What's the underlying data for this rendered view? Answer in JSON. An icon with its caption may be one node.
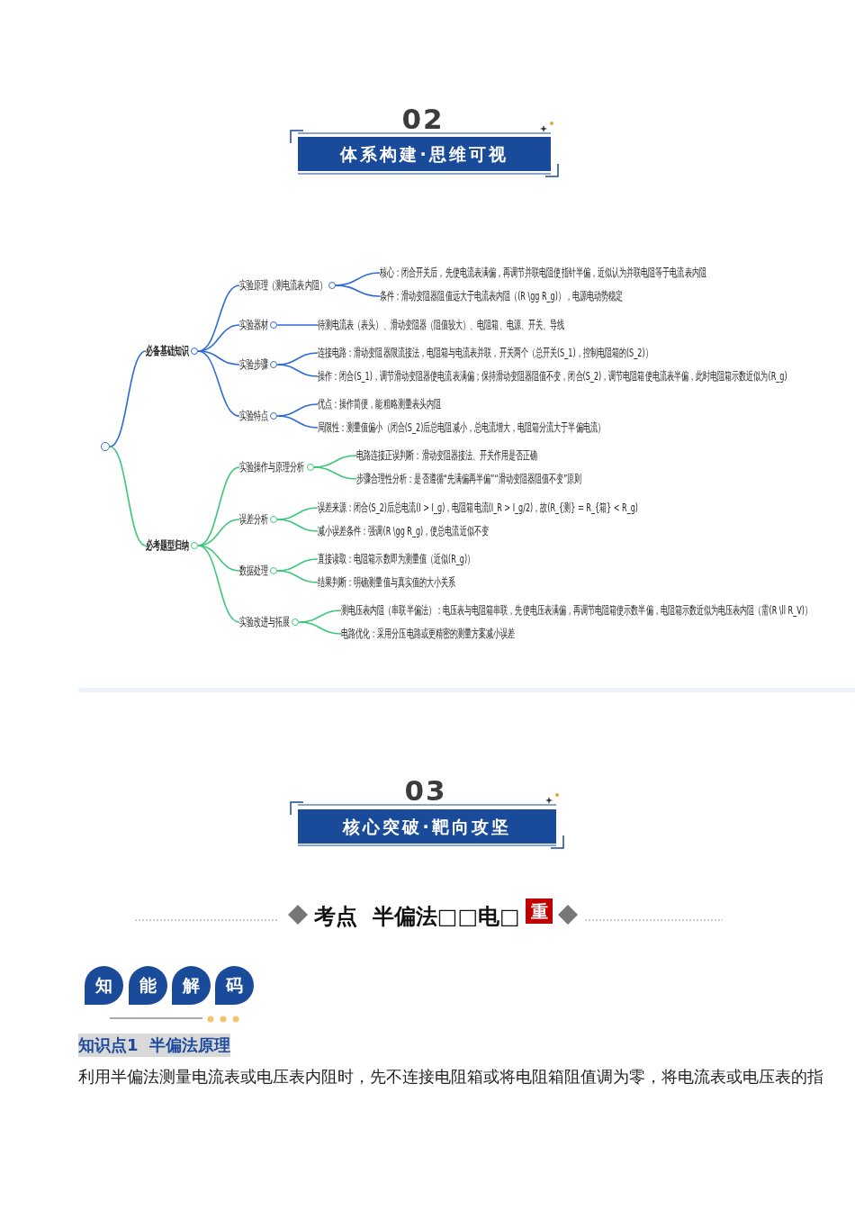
{
  "diagram": {
    "nodes": [
      {
        "text": [],
        "shape": "circle"
      },
      {
        "text": [
          "必备基础知识"
        ]
      },
      {
        "text": [
          "实验原理（测电流表内阻）"
        ]
      },
      {
        "text": [
          "核心：闭合开关后，先使电流表满偏，再调节并联电阻使指针半偏，近似认为并联电阻等于电流表内阻"
        ]
      },
      {
        "text": [
          "条件：滑动变阻器阻值远大于电流表内阻（(R \\gg R_g)），电源电动势稳定"
        ]
      },
      {
        "text": [
          "实验器材"
        ]
      },
      {
        "text": [
          "待测电流表（表头）、滑动变阻器（阻值较大）、电阻箱、电源、开关、导线"
        ]
      },
      {
        "text": [
          "实验步骤"
        ]
      },
      {
        "text": [
          "连接电路：滑动变阻器限流接法，电阻箱与电流表并联，开关两个（总开关(S_1)，控制电阻箱的(S_2)）"
        ]
      },
      {
        "text": [
          "操作：闭合(S_1)，调节滑动变阻器使电流表满偏；保持滑动变阻器阻值不变，闭合(S_2)，调节电阻箱使电流表半偏，此时电阻箱示数近似为(R_g)"
        ]
      },
      {
        "text": [
          "实验特点"
        ]
      },
      {
        "text": [
          "优点：操作简便，能粗略测量表头内阻"
        ]
      },
      {
        "text": [
          "局限性：测量值偏小（闭合(S_2)后总电阻减小，总电流增大，电阻箱分流大于半偏电流）"
        ]
      },
      {
        "text": [
          "必考题型归纳"
        ]
      },
      {
        "text": [
          "实验操作与原理分析"
        ]
      },
      {
        "text": [
          "电路连接正误判断：滑动变阻器接法、开关作用是否正确"
        ]
      },
      {
        "text": [
          "步骤合理性分析：是否遵循“先满偏再半偏”“滑动变阻器阻值不变”原则"
        ]
      },
      {
        "text": [
          "误差分析"
        ]
      },
      {
        "text": [
          "误差来源：闭合(S_2)后总电流(I > I_g)，电阻箱电流(I_R > I_g/2)，故(R_{测} = R_{箱} < R_g)"
        ]
      },
      {
        "text": [
          "减小误差条件：强调(R \\gg R_g)，使总电流近似不变"
        ]
      },
      {
        "text": [
          "数据处理"
        ]
      },
      {
        "text": [
          "直接读取：电阻箱示数即为测量值（近似(R_g)）"
        ]
      },
      {
        "text": [
          "结果判断：明确测量值与真实值的大小关系"
        ]
      },
      {
        "text": [
          "实验改进与拓展"
        ]
      },
      {
        "text": [
          "测电压表内阻（串联半偏法）：电压表与电阻箱串联，先使电压表满偏，再调节电阻箱使示数半偏，电阻箱示数近似为电压表内阻（需(R \\ll R_V)）"
        ]
      },
      {
        "text": [
          "电路优化：采用分压电路或更精密的测量方案减小误差"
        ]
      }
    ],
    "edges": [
      {
        "from": 0,
        "to": 1,
        "arrow": "none",
        "color": "#2f6bd6"
      },
      {
        "from": 1,
        "to": 2,
        "arrow": "none",
        "color": "#2f6bd6"
      },
      {
        "from": 2,
        "to": 3,
        "arrow": "none",
        "color": "#2f6bd6"
      },
      {
        "from": 2,
        "to": 4,
        "arrow": "none",
        "color": "#2f6bd6"
      },
      {
        "from": 1,
        "to": 5,
        "arrow": "none",
        "color": "#2f6bd6"
      },
      {
        "from": 5,
        "to": 6,
        "arrow": "none",
        "color": "#2f6bd6"
      },
      {
        "from": 1,
        "to": 7,
        "arrow": "none",
        "color": "#2f6bd6"
      },
      {
        "from": 7,
        "to": 8,
        "arrow": "none",
        "color": "#2f6bd6"
      },
      {
        "from": 7,
        "to": 9,
        "arrow": "none",
        "color": "#2f6bd6"
      },
      {
        "from": 1,
        "to": 10,
        "arrow": "none",
        "color": "#2f6bd6"
      },
      {
        "from": 10,
        "to": 11,
        "arrow": "none",
        "color": "#2f6bd6"
      },
      {
        "from": 10,
        "to": 12,
        "arrow": "none",
        "color": "#2f6bd6"
      },
      {
        "from": 0,
        "to": 13,
        "arrow": "none"
      },
      {
        "from": 13,
        "to": 14,
        "arrow": "none"
      },
      {
        "from": 14,
        "to": 15,
        "arrow": "none"
      },
      {
        "from": 14,
        "to": 16,
        "arrow": "none"
      },
      {
        "from": 13,
        "to": 17,
        "arrow": "none"
      },
      {
        "from": 17,
        "to": 18,
        "arrow": "none"
      },
      {
        "from": 17,
        "to": 19,
        "arrow": "none"
      },
      {
        "from": 13,
        "to": 20,
        "arrow": "none"
      },
      {
        "from": 20,
        "to": 21,
        "arrow": "none"
      },
      {
        "from": 20,
        "to": 22,
        "arrow": "none"
      },
      {
        "from": 13,
        "to": 23,
        "arrow": "none"
      },
      {
        "from": 23,
        "to": 24,
        "arrow": "none"
      },
      {
        "from": 23,
        "to": 25,
        "arrow": "none"
      }
    ],
    "labels": [
      "02",
      "体系构建·思维可视",
      "03",
      "核心突破·靶向攻坚",
      "考点  半偏法□□电□",
      "重",
      "知",
      "能",
      "解",
      "码",
      "知识点1  半偏法原理",
      "利用半偏法测量电流表或电压表内阻时，先不连接电阻箱或将电阻箱阻值调为零，将电流表或电压表的指"
    ]
  }
}
